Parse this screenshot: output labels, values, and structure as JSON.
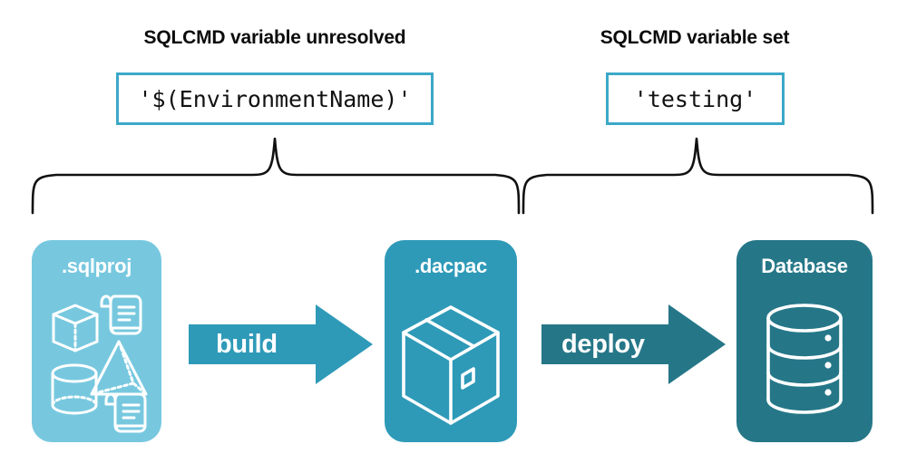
{
  "diagram": {
    "title_left": "SQLCMD variable unresolved",
    "title_right": "SQLCMD variable set",
    "code_left": "'$(EnvironmentName)'",
    "code_right": "'testing'"
  },
  "artifacts": [
    {
      "key": "sqlproj",
      "label": ".sqlproj",
      "color": "#77c8df",
      "icons": "cube-pyramid-cylinder-scrolls-icon"
    },
    {
      "key": "dacpac",
      "label": ".dacpac",
      "color": "#2e9ab8",
      "icons": "package-box-icon"
    },
    {
      "key": "database",
      "label": "Database",
      "color": "#257788",
      "icons": "database-cylinder-icon"
    }
  ],
  "arrows": [
    {
      "key": "build",
      "label": "build",
      "color": "#2e9ab8"
    },
    {
      "key": "deploy",
      "label": "deploy",
      "color": "#257788"
    }
  ],
  "colors": {
    "code_border": "#3ca8c8",
    "brace": "#111111",
    "background": "#ffffff",
    "text": "#0b0b0b",
    "label_text": "#ffffff"
  },
  "braces": [
    {
      "key": "left",
      "spans": "sqlproj-to-dacpac"
    },
    {
      "key": "right",
      "spans": "dacpac-to-database"
    }
  ]
}
